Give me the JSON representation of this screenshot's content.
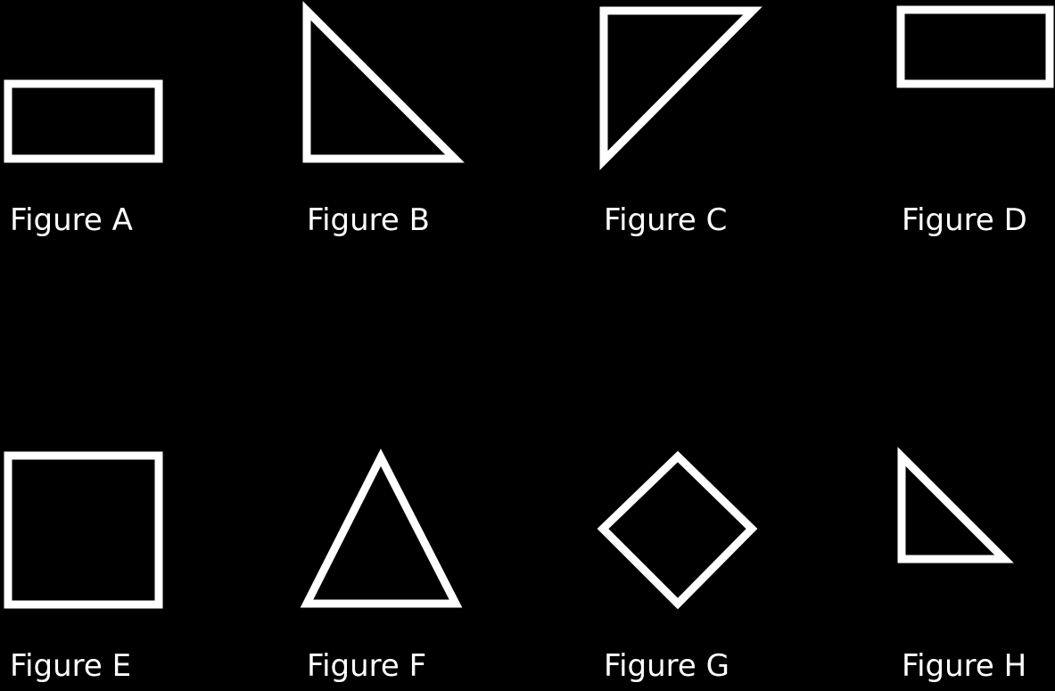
{
  "figures": [
    {
      "label": "Figure A",
      "shape": "rectangle"
    },
    {
      "label": "Figure B",
      "shape": "right-triangle"
    },
    {
      "label": "Figure C",
      "shape": "right-triangle"
    },
    {
      "label": "Figure D",
      "shape": "rectangle"
    },
    {
      "label": "Figure E",
      "shape": "square"
    },
    {
      "label": "Figure F",
      "shape": "triangle"
    },
    {
      "label": "Figure G",
      "shape": "square"
    },
    {
      "label": "Figure H",
      "shape": "right-triangle"
    }
  ],
  "colors": {
    "background": "#000000",
    "stroke": "#ffffff",
    "text": "#ffffff"
  }
}
